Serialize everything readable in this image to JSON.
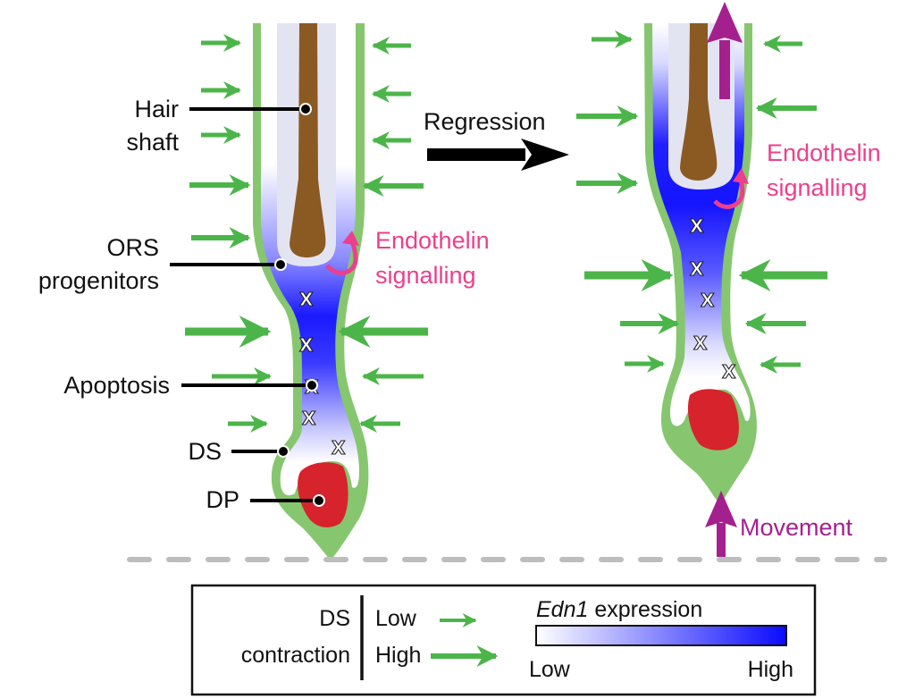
{
  "colors": {
    "ds_green": "#86c66f",
    "arrow_green": "#4cb54a",
    "edn1_high": "#1212ff",
    "hair_brown": "#8b5a23",
    "inner_sheath": "#e3e4f2",
    "dp_red": "#d7232b",
    "endothelin_pink": "#ec3f8c",
    "movement_magenta": "#a5208f",
    "baseline_gray": "#bdbdbd"
  },
  "labels": {
    "hair_shaft_line1": "Hair",
    "hair_shaft_line2": "shaft",
    "ors_line1": "ORS",
    "ors_line2": "progenitors",
    "apoptosis": "Apoptosis",
    "ds": "DS",
    "dp": "DP",
    "regression": "Regression",
    "endothelin_line1": "Endothelin",
    "endothelin_line2": "signalling",
    "movement": "Movement",
    "apoptosis_marker": "X"
  },
  "legend": {
    "ds_contraction_line1": "DS",
    "ds_contraction_line2": "contraction",
    "low": "Low",
    "high": "High",
    "edn1_gene": "Edn1",
    "edn1_suffix": " expression",
    "scale_low": "Low",
    "scale_high": "High"
  }
}
